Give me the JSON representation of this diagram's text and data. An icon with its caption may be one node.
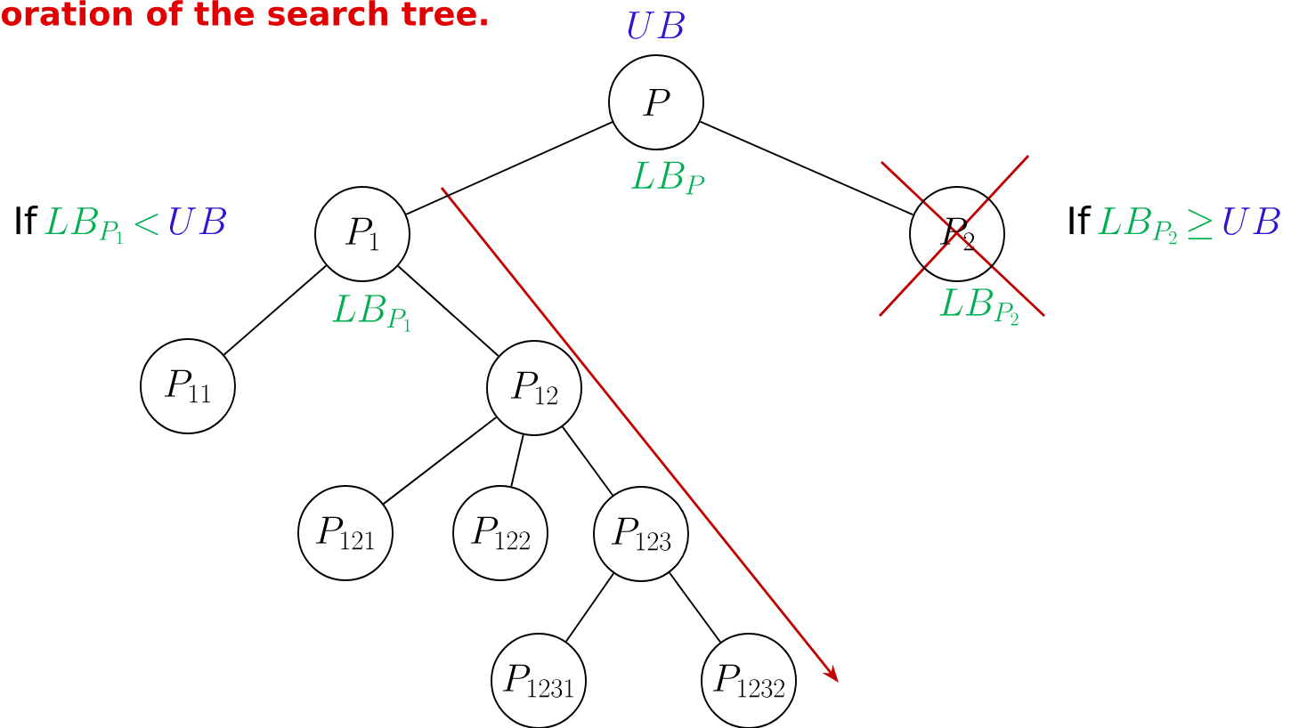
{
  "diagram": {
    "title": "oration of the search tree.",
    "nodes": [
      {
        "text": [
          "P"
        ],
        "beside": [
          "UB",
          "LB_{P}"
        ]
      },
      {
        "text": [
          "P_{1}"
        ],
        "beside": [
          "LB_{P_{1}}"
        ]
      },
      {
        "text": [
          "P_{2}"
        ],
        "beside": [
          "LB_{P_{2}}"
        ]
      },
      {
        "text": [
          "P_{11}"
        ]
      },
      {
        "text": [
          "P_{12}"
        ]
      },
      {
        "text": [
          "P_{121}"
        ]
      },
      {
        "text": [
          "P_{122}"
        ]
      },
      {
        "text": [
          "P_{123}"
        ]
      },
      {
        "text": [
          "P_{1231}"
        ]
      },
      {
        "text": [
          "P_{1232}"
        ]
      }
    ],
    "edges": [
      {
        "from": 0,
        "to": 1,
        "arrow": "none"
      },
      {
        "from": 0,
        "to": 2,
        "arrow": "none"
      },
      {
        "from": 1,
        "to": 3,
        "arrow": "none"
      },
      {
        "from": 1,
        "to": 4,
        "arrow": "none"
      },
      {
        "from": 4,
        "to": 5,
        "arrow": "none"
      },
      {
        "from": 4,
        "to": 6,
        "arrow": "none"
      },
      {
        "from": 4,
        "to": 7,
        "arrow": "none"
      },
      {
        "from": 7,
        "to": 8,
        "arrow": "none"
      },
      {
        "from": 7,
        "to": 9,
        "arrow": "none"
      }
    ],
    "labels": [
      "If",
      "LB_{P_{1}}",
      "<",
      "UB",
      "If",
      "LB_{P_{2}}",
      "\\geq",
      "UB"
    ]
  }
}
